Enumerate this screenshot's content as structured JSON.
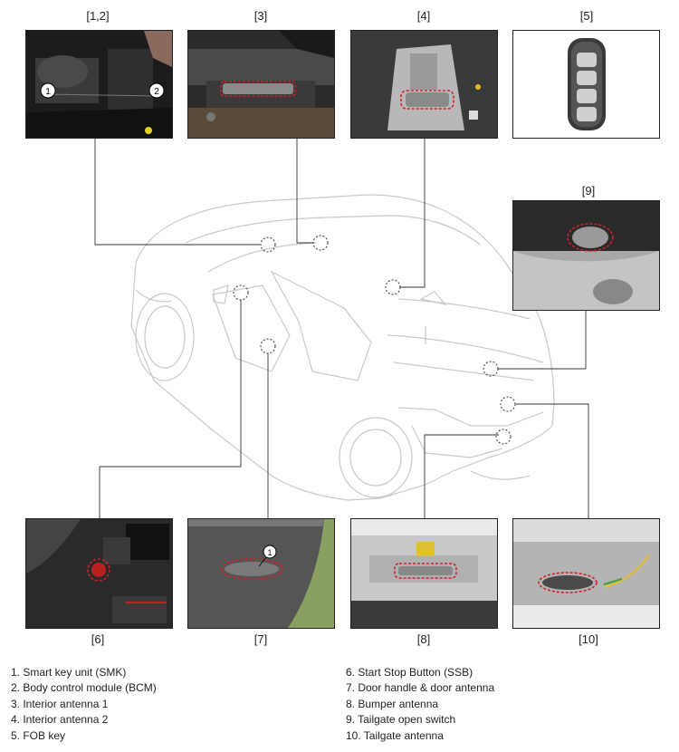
{
  "panels": [
    {
      "id": "p12",
      "label": "[1,2]",
      "content": "Smart key unit and body control module behind dashboard",
      "callouts": [
        "1",
        "2"
      ]
    },
    {
      "id": "p3",
      "label": "[3]",
      "content": "Interior antenna 1"
    },
    {
      "id": "p4",
      "label": "[4]",
      "content": "Interior antenna 2 on center floor"
    },
    {
      "id": "p5",
      "label": "[5]",
      "content": "FOB key"
    },
    {
      "id": "p9",
      "label": "[9]",
      "content": "Tailgate open switch"
    },
    {
      "id": "p6",
      "label": "[6]",
      "content": "Start stop button"
    },
    {
      "id": "p7",
      "label": "[7]",
      "content": "Door handle and door antenna",
      "callouts": [
        "1"
      ]
    },
    {
      "id": "p8",
      "label": "[8]",
      "content": "Bumper antenna"
    },
    {
      "id": "p10",
      "label": "[10]",
      "content": "Tailgate antenna"
    }
  ],
  "legend_left": [
    "1. Smart key unit (SMK)",
    "2. Body control module (BCM)",
    "3. Interior antenna 1",
    "4. Interior antenna 2",
    "5. FOB key"
  ],
  "legend_right": [
    "6. Start Stop Button (SSB)",
    "7. Door handle & door antenna",
    "8. Bumper antenna",
    "9. Tailgate open switch",
    "10. Tailgate antenna"
  ],
  "colors": {
    "highlight": "#d0202a",
    "line": "#333333",
    "car_outline": "#c9c9c9"
  }
}
